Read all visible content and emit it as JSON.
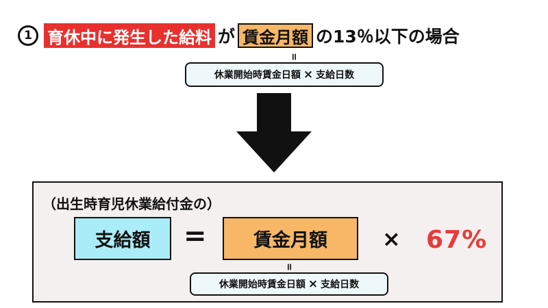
{
  "headline": {
    "number": "1",
    "highlight_red": "育休中に発生した給料",
    "particle_ga": "が",
    "highlight_orange": "賃金月額",
    "tail": "の13％以下の場合"
  },
  "formula": {
    "equals_symbol": "=",
    "left": "休業開始時賃金日額",
    "times": "×",
    "right": "支給日数"
  },
  "panel": {
    "title": "（出生時育児休業給付金の）",
    "lhs": "支給額",
    "equals": "=",
    "rhs": "賃金月額",
    "times": "×",
    "rate": "67%"
  },
  "colors": {
    "red_highlight": "#e8302e",
    "orange_highlight": "#f7b766",
    "cyan_box": "#aaedf8",
    "rate_text": "#e83a3a",
    "panel_bg": "#f3f0ef",
    "formula_box_bg": "#eef8fb"
  },
  "icons": {
    "arrow": "down-arrow-icon"
  }
}
